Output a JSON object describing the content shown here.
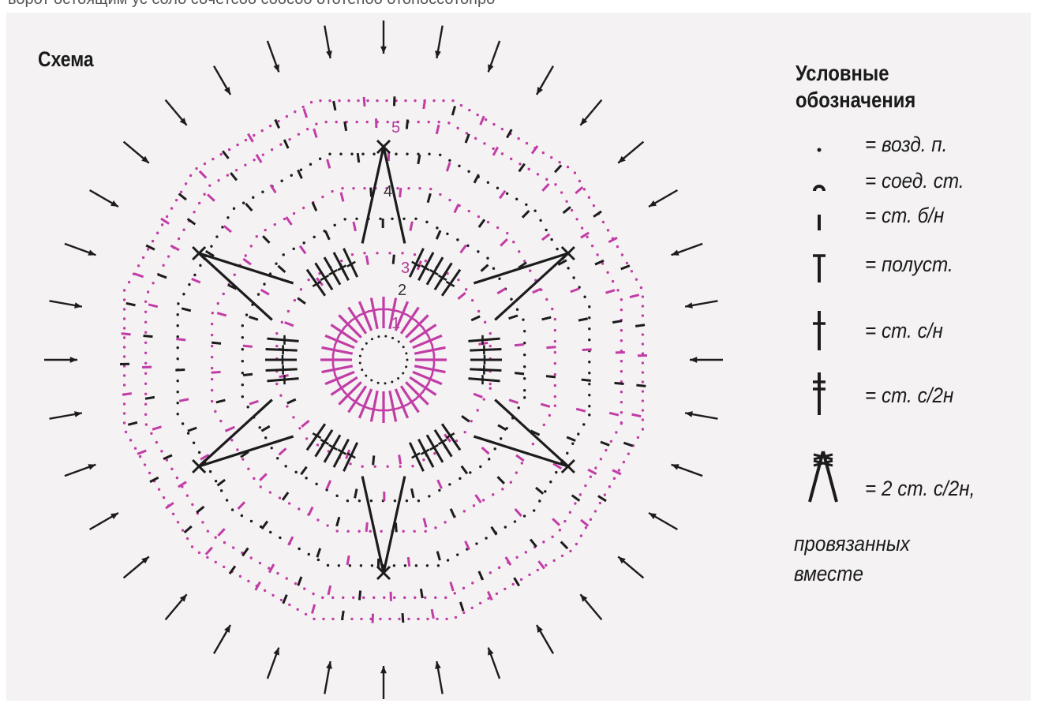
{
  "top_cropped_text": "ворот остоящим ус соло сочетсоо соосоо ототеноо отоноссотопро",
  "title": "Схема",
  "colors": {
    "pink": "#c23ca6",
    "dark": "#1c1c1c",
    "background": "#f4f2f3"
  },
  "round_labels": [
    "1",
    "2",
    "3",
    "4",
    "5"
  ],
  "legend": {
    "title_line1": "Условные",
    "title_line2": "обозначения",
    "items": [
      {
        "symbol": "dot-icon",
        "text": "= возд. п."
      },
      {
        "symbol": "arc-icon",
        "text": "= соед. ст."
      },
      {
        "symbol": "short-bar-icon",
        "text": "= ст. б/н"
      },
      {
        "symbol": "t-bar-icon",
        "text": "= полуст."
      },
      {
        "symbol": "dagger-icon",
        "text": "= ст. с/н"
      },
      {
        "symbol": "double-dagger-icon",
        "text": "= ст. с/2н"
      },
      {
        "symbol": "cluster-icon",
        "text": "= 2 ст. с/2н,"
      }
    ],
    "continuation_line1": "провязанных",
    "continuation_line2": "вместе"
  }
}
